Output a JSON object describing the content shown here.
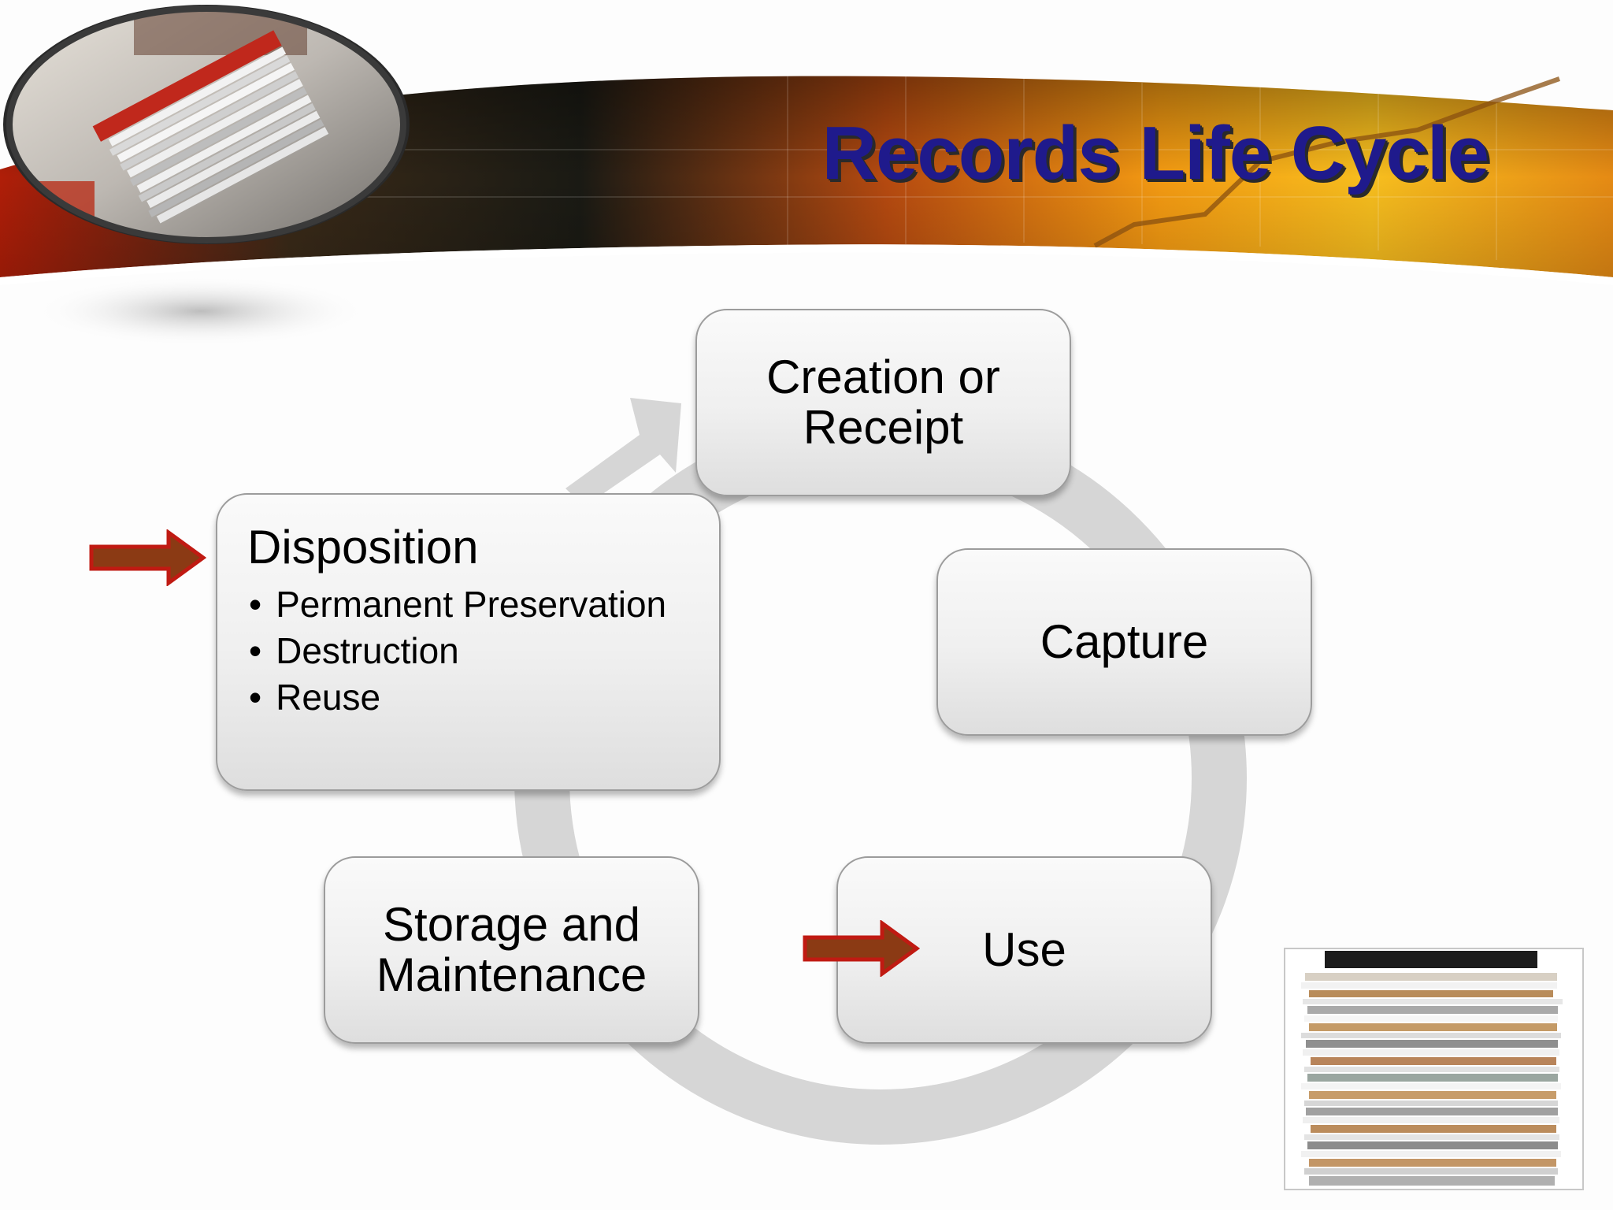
{
  "slide": {
    "title": "Records Life Cycle"
  },
  "diagram": {
    "stages": {
      "creation": "Creation or Receipt",
      "capture": "Capture",
      "use": "Use",
      "storage": "Storage and Maintenance",
      "disposition": {
        "heading": "Disposition",
        "bullets": [
          "Permanent Preservation",
          "Destruction",
          "Reuse"
        ]
      }
    },
    "highlight_color": "#8b1a12",
    "cycle_color": "#d6d6d6"
  },
  "icons": {
    "top_left_image": "paper-stack-photo",
    "bottom_right_image": "file-stack-photo",
    "pointer_arrows": "right-arrow-icon"
  }
}
